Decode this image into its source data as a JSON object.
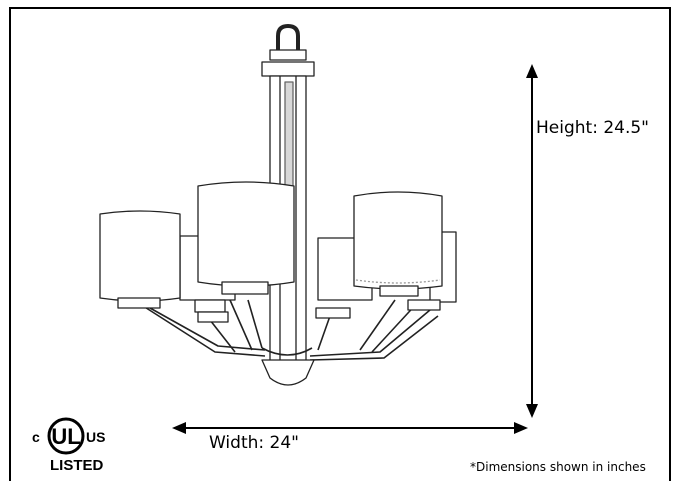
{
  "dimensions": {
    "height_label": "Height: 24.5\"",
    "width_label": "Width: 24\"",
    "note": "*Dimensions shown in inches"
  },
  "certification": {
    "logo_icon": "ul-listed-logo",
    "logo_text": "c UL US LISTED"
  },
  "product": {
    "image_icon": "chandelier-line-drawing",
    "shade_count": 6
  },
  "colors": {
    "line": "#000000",
    "background": "#ffffff"
  }
}
